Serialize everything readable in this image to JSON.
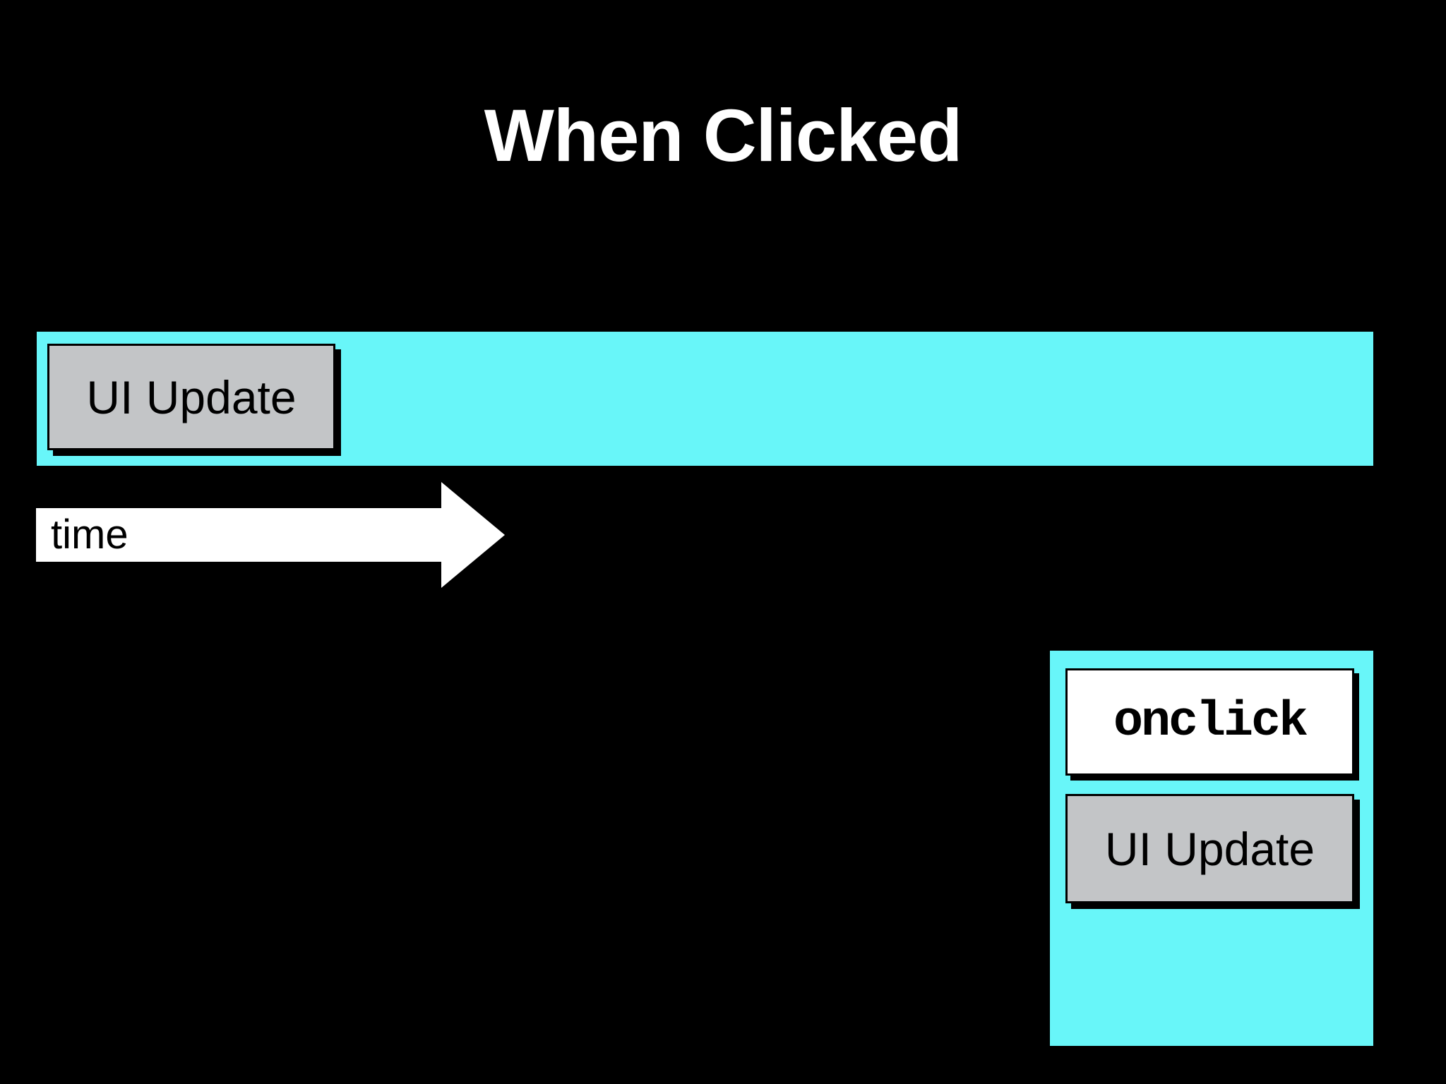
{
  "slide": {
    "title": "When Clicked",
    "colors": {
      "background": "#000000",
      "track_cyan": "#68F6F9",
      "box_gray": "#C3C5C7",
      "box_white": "#FFFFFF",
      "title_text": "#FFFFFF",
      "box_text": "#000000",
      "shadow": "#000000",
      "arrow_white": "#FFFFFF"
    },
    "main_track": {
      "block_label": "UI Update"
    },
    "time_axis": {
      "label": "time"
    },
    "event_stack": {
      "handler_label": "onclick",
      "block_label": "UI Update"
    }
  }
}
